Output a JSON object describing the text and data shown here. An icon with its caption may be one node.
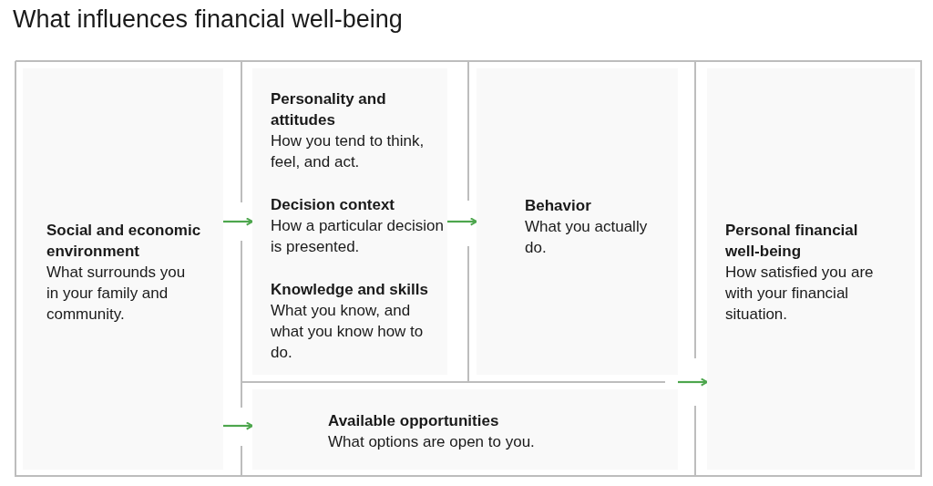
{
  "diagram": {
    "title": "What influences financial well-being",
    "nodes": [
      {
        "text": [
          "Social and economic environment",
          "What surrounds you in your family and community."
        ]
      },
      {
        "text": [
          "Personality and attitudes",
          "How you tend to think, feel, and act.",
          "Decision context",
          "How a particular decision is presented.",
          "Knowledge and skills",
          "What you know, and what you know how to do."
        ]
      },
      {
        "text": [
          "Behavior",
          "What you actually do."
        ]
      },
      {
        "text": [
          "Available opportunities",
          "What options are open to you."
        ]
      },
      {
        "text": [
          "Personal financial well-being",
          "How satisfied you are with your financial situation."
        ]
      }
    ],
    "edges": [
      {
        "from": 0,
        "to": 1,
        "arrow": "to"
      },
      {
        "from": 1,
        "to": 2,
        "arrow": "to"
      },
      {
        "from": 0,
        "to": 3,
        "arrow": "to"
      },
      {
        "from": 2,
        "to": 4,
        "arrow": "to"
      },
      {
        "from": 3,
        "to": 4,
        "arrow": "to"
      }
    ]
  }
}
